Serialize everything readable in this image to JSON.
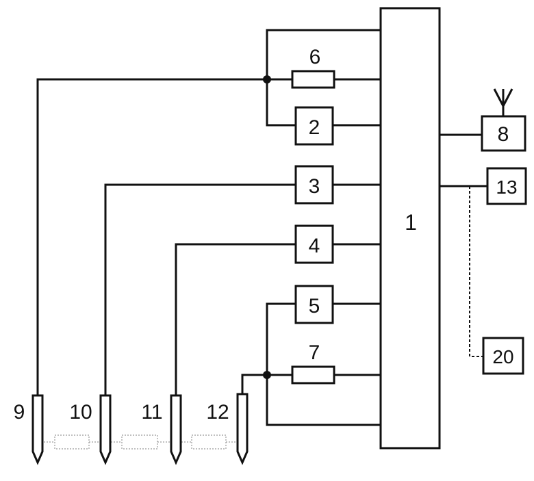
{
  "labels": {
    "main_unit": "1",
    "block_2": "2",
    "block_3": "3",
    "block_4": "4",
    "block_5": "5",
    "resistor_6": "6",
    "resistor_7": "7",
    "block_8": "8",
    "probe_9": "9",
    "probe_10": "10",
    "probe_11": "11",
    "probe_12": "12",
    "block_13": "13",
    "block_20": "20"
  }
}
